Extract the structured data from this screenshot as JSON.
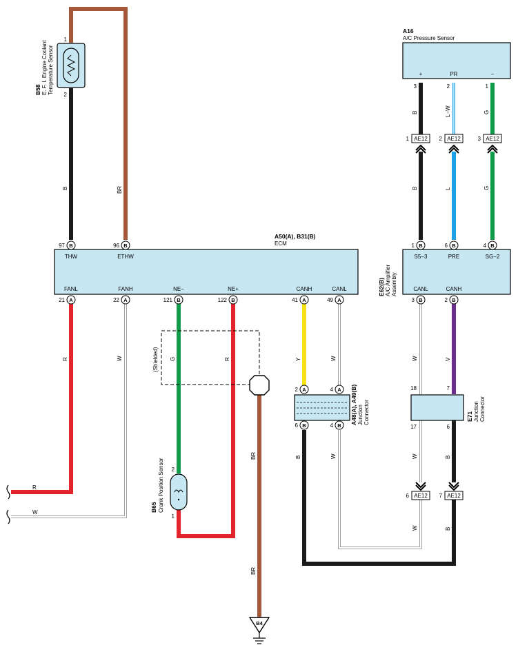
{
  "ecm": {
    "code": "A50(A), B31(B)",
    "name": "ECM",
    "top_pins": [
      {
        "num": "97",
        "conn": "B",
        "label": "THW"
      },
      {
        "num": "96",
        "conn": "B",
        "label": "ETHW"
      }
    ],
    "bottom_pins": [
      {
        "num": "21",
        "conn": "A",
        "label": "FANL"
      },
      {
        "num": "22",
        "conn": "A",
        "label": "FANH"
      },
      {
        "num": "121",
        "conn": "B",
        "label": "NE−"
      },
      {
        "num": "122",
        "conn": "B",
        "label": "NE+"
      },
      {
        "num": "41",
        "conn": "A",
        "label": "CANH"
      },
      {
        "num": "49",
        "conn": "A",
        "label": "CANL"
      }
    ]
  },
  "coolant_sensor": {
    "code": "B58",
    "line1": "E. F. I.  Engine Coolant",
    "line2": "Temperature Sensor",
    "pin_top": "1",
    "pin_bottom": "2"
  },
  "pressure_sensor": {
    "code": "A16",
    "name": "A/C Pressure Sensor",
    "terminals": [
      "+",
      "PR",
      "−"
    ],
    "pins": [
      "3",
      "2",
      "1"
    ]
  },
  "ac_amp": {
    "code": "E62(B)",
    "line1": "A/C Amplifier",
    "line2": "Assembly",
    "top_pins": [
      {
        "num": "1",
        "conn": "B",
        "label": "S5−3"
      },
      {
        "num": "6",
        "conn": "B",
        "label": "PRE"
      },
      {
        "num": "4",
        "conn": "B",
        "label": "SG−2"
      }
    ],
    "bottom_pins": [
      {
        "num": "3",
        "conn": "B",
        "label": "CANL"
      },
      {
        "num": "2",
        "conn": "B",
        "label": "CANH"
      }
    ]
  },
  "ae12_upper": [
    {
      "pin": "1",
      "label": "AE12"
    },
    {
      "pin": "2",
      "label": "AE12"
    },
    {
      "pin": "3",
      "label": "AE12"
    }
  ],
  "ae12_lower": [
    {
      "pin": "6",
      "label": "AE12"
    },
    {
      "pin": "7",
      "label": "AE12"
    }
  ],
  "junction_a48": {
    "code": "A48(A), A49(B)",
    "line1": "Junction",
    "line2": "Connector",
    "pins_top": [
      {
        "num": "2",
        "conn": "A"
      },
      {
        "num": "4",
        "conn": "A"
      }
    ],
    "pins_bottom": [
      {
        "num": "6",
        "conn": "B"
      },
      {
        "num": "4",
        "conn": "B"
      }
    ]
  },
  "junction_e71": {
    "code": "E71",
    "line1": "Junction",
    "line2": "Connector",
    "pins_top": [
      "18",
      "7"
    ],
    "pins_bottom": [
      "17",
      "6"
    ]
  },
  "crank_sensor": {
    "code": "B65",
    "name": "Crank Position Sensor",
    "pin_top": "2",
    "pin_bottom": "1"
  },
  "shielded": "(Shielded)",
  "ground": "B4",
  "wire_colors": {
    "THW": "B",
    "ETHW": "BR",
    "PR_upper": "L−W",
    "plus_upper": "B",
    "minus_upper": "G",
    "plus_lower": "B",
    "PR_lower": "L",
    "minus_lower": "G",
    "FANL": "R",
    "FANH": "W",
    "NEm": "G",
    "NEp": "R",
    "shield": "BR",
    "shield_lower": "BR",
    "CANH": "Y",
    "CANL": "W",
    "amp_CANL": "W",
    "amp_CANH": "V",
    "jc_B": "B",
    "jc_W": "W",
    "e71_W": "W",
    "e71_B": "B",
    "bot_W": "W",
    "bot_B": "B",
    "left_R": "R",
    "left_W": "W"
  },
  "colors": {
    "black": "#1a1a1a",
    "brown": "#a5573a",
    "red": "#e4232d",
    "green": "#0f9d4b",
    "yellow": "#f7e11b",
    "blue": "#1aa3e8",
    "violet": "#6a2f8f",
    "white_wire": "#a0a0a0",
    "box_fill": "#c7e7f3"
  }
}
